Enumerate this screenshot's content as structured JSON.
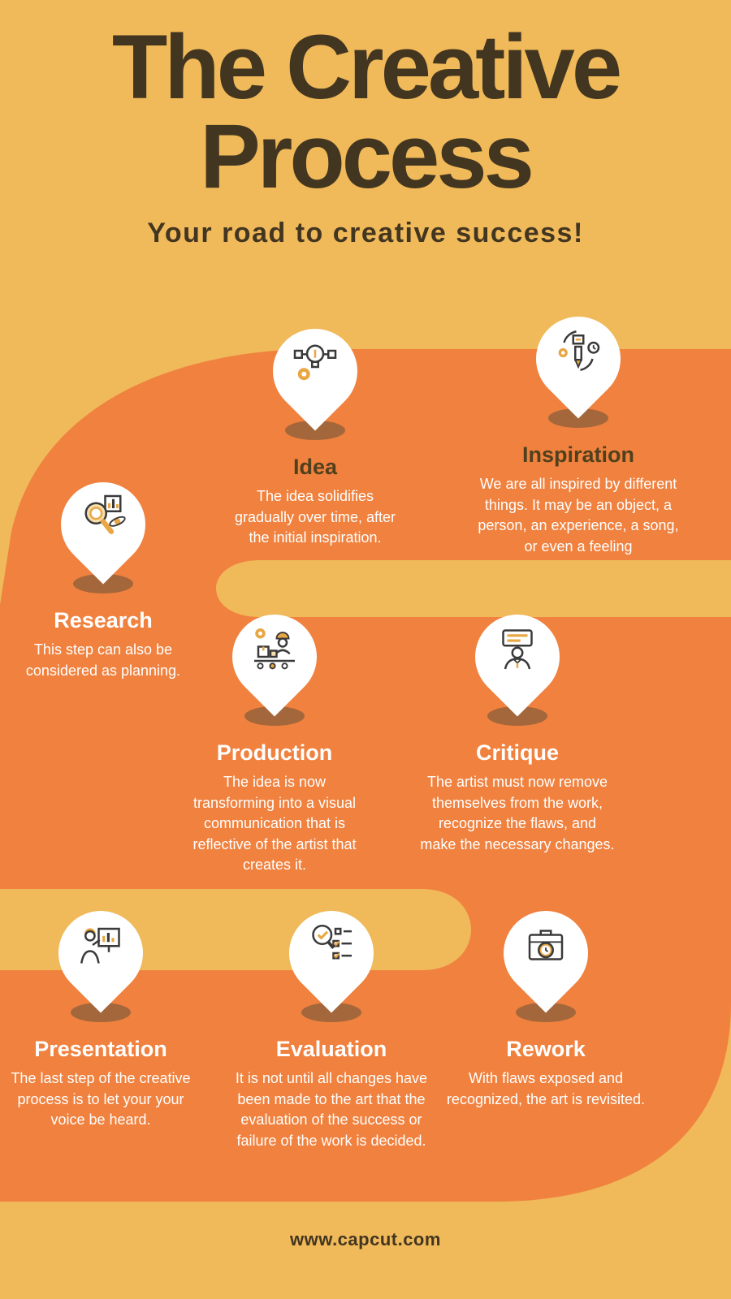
{
  "header": {
    "title_line1": "The Creative",
    "title_line2": "Process",
    "subtitle": "Your road to creative success!"
  },
  "colors": {
    "background": "#F0B95A",
    "road": "#F0813E",
    "title_text": "#433620",
    "pin_fill": "#FFFFFF",
    "pin_shadow": "#A4673B",
    "accent_gold": "#E8A743",
    "body_text": "#FFFFFF"
  },
  "steps": [
    {
      "title": "Idea",
      "description": "The idea solidifies gradually over time, after the initial inspiration.",
      "icon": "lightbulb-gear-icon"
    },
    {
      "title": "Inspiration",
      "description": "We are all inspired by different things.  It may be an object, a person, an experience, a song, or even a feeling",
      "icon": "pencil-cycle-icon"
    },
    {
      "title": "Research",
      "description": "This step can also be considered as planning.",
      "icon": "magnifier-chart-icon"
    },
    {
      "title": "Production",
      "description": "The idea is now transforming into a visual communication that is reflective of the artist that creates it.",
      "icon": "factory-worker-icon"
    },
    {
      "title": "Critique",
      "description": "The artist must now remove themselves from the work, recognize the flaws, and make the necessary changes.",
      "icon": "reviewer-board-icon"
    },
    {
      "title": "Presentation",
      "description": "The last step of the creative process is to let your your voice be heard.",
      "icon": "presenter-whiteboard-icon"
    },
    {
      "title": "Evaluation",
      "description": "It is not until all changes have been made to the art that the evaluation of the success or failure of the work is decided.",
      "icon": "magnifier-checklist-icon"
    },
    {
      "title": "Rework",
      "description": "With flaws exposed and recognized, the art is revisited.",
      "icon": "briefcase-clock-icon"
    }
  ],
  "footer": {
    "url": "www.capcut.com"
  }
}
